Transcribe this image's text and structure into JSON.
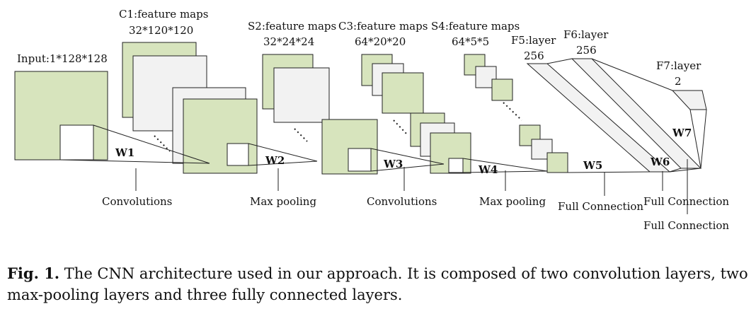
{
  "labels": {
    "input": "Input:1*128*128",
    "c1_title": "C1:feature maps",
    "c1_dims": "32*120*120",
    "s2_title": "S2:feature maps",
    "s2_dims": "32*24*24",
    "c3_title": "C3:feature maps",
    "c3_dims": "64*20*20",
    "s4_title": "S4:feature maps",
    "s4_dims": "64*5*5",
    "f5_title": "F5:layer",
    "f5_dims": "256",
    "f6_title": "F6:layer",
    "f6_dims": "256",
    "f7_title": "F7:layer",
    "f7_dims": "2"
  },
  "weights": {
    "w1": "W1",
    "w2": "W2",
    "w3": "W3",
    "w4": "W4",
    "w5": "W5",
    "w6": "W6",
    "w7": "W7"
  },
  "operations": {
    "op1": "Convolutions",
    "op2": "Max pooling",
    "op3": "Convolutions",
    "op4": "Max pooling",
    "op5": "Full Connection",
    "op6": "Full Connection",
    "op7": "Full Connection"
  },
  "caption": {
    "prefix": "Fig. 1.",
    "text": " The CNN architecture used in our approach. It is composed of two convolution layers, two max-pooling layers and three fully connected layers."
  },
  "colors": {
    "feature_map": "#d7e4bd",
    "hidden_map": "#f2f2f2"
  }
}
